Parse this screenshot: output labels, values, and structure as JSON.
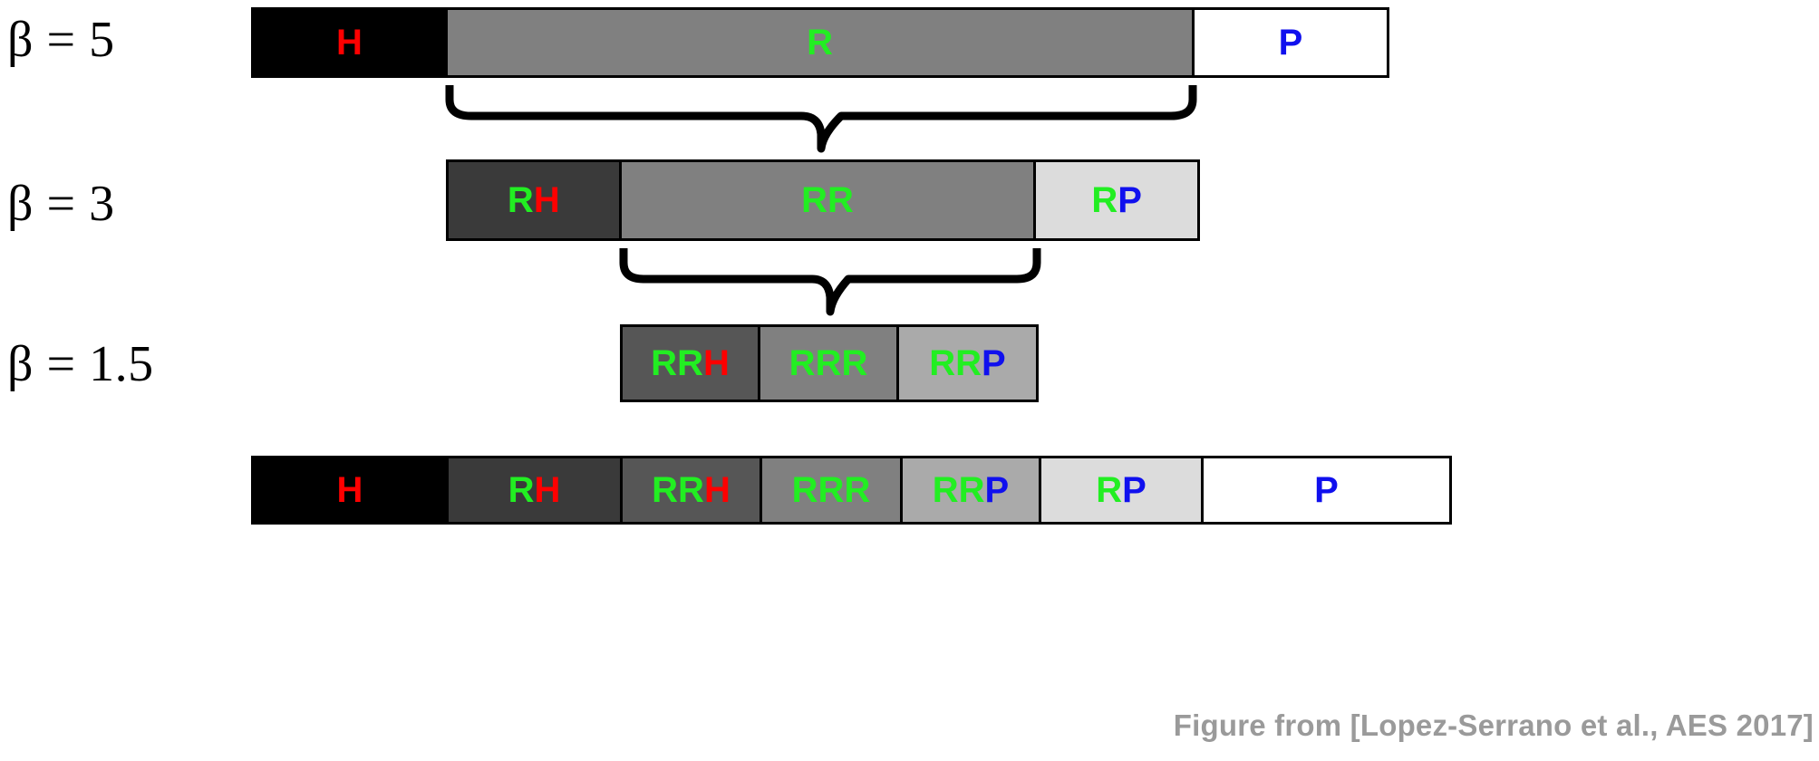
{
  "figure": {
    "caption": "Figure from [Lopez-Serrano et al., AES 2017]",
    "caption_color": "#9a9a9a",
    "background": "#ffffff",
    "letter_colors": {
      "R": "#22ee22",
      "H": "#ff0000",
      "P": "#1010ee"
    }
  },
  "rows": [
    {
      "label": "β = 5",
      "segments": [
        {
          "text": "H",
          "fill": "#000000"
        },
        {
          "text": "R",
          "fill": "#808080"
        },
        {
          "text": "P",
          "fill": "#ffffff"
        }
      ]
    },
    {
      "label": "β = 3",
      "segments": [
        {
          "text": "RH",
          "fill": "#3a3a3a"
        },
        {
          "text": "RR",
          "fill": "#808080"
        },
        {
          "text": "RP",
          "fill": "#dcdcdc"
        }
      ]
    },
    {
      "label": "β = 1.5",
      "segments": [
        {
          "text": "RRH",
          "fill": "#565656"
        },
        {
          "text": "RRR",
          "fill": "#808080"
        },
        {
          "text": "RRP",
          "fill": "#aaaaaa"
        }
      ]
    }
  ],
  "summary_bar": {
    "segments": [
      {
        "text": "H",
        "fill": "#000000"
      },
      {
        "text": "RH",
        "fill": "#3a3a3a"
      },
      {
        "text": "RRH",
        "fill": "#565656"
      },
      {
        "text": "RRR",
        "fill": "#808080"
      },
      {
        "text": "RRP",
        "fill": "#aaaaaa"
      },
      {
        "text": "RP",
        "fill": "#dcdcdc"
      },
      {
        "text": "P",
        "fill": "#ffffff"
      }
    ]
  },
  "braces": [
    {
      "name": "brace-row1-to-row2"
    },
    {
      "name": "brace-row2-to-row3"
    }
  ]
}
